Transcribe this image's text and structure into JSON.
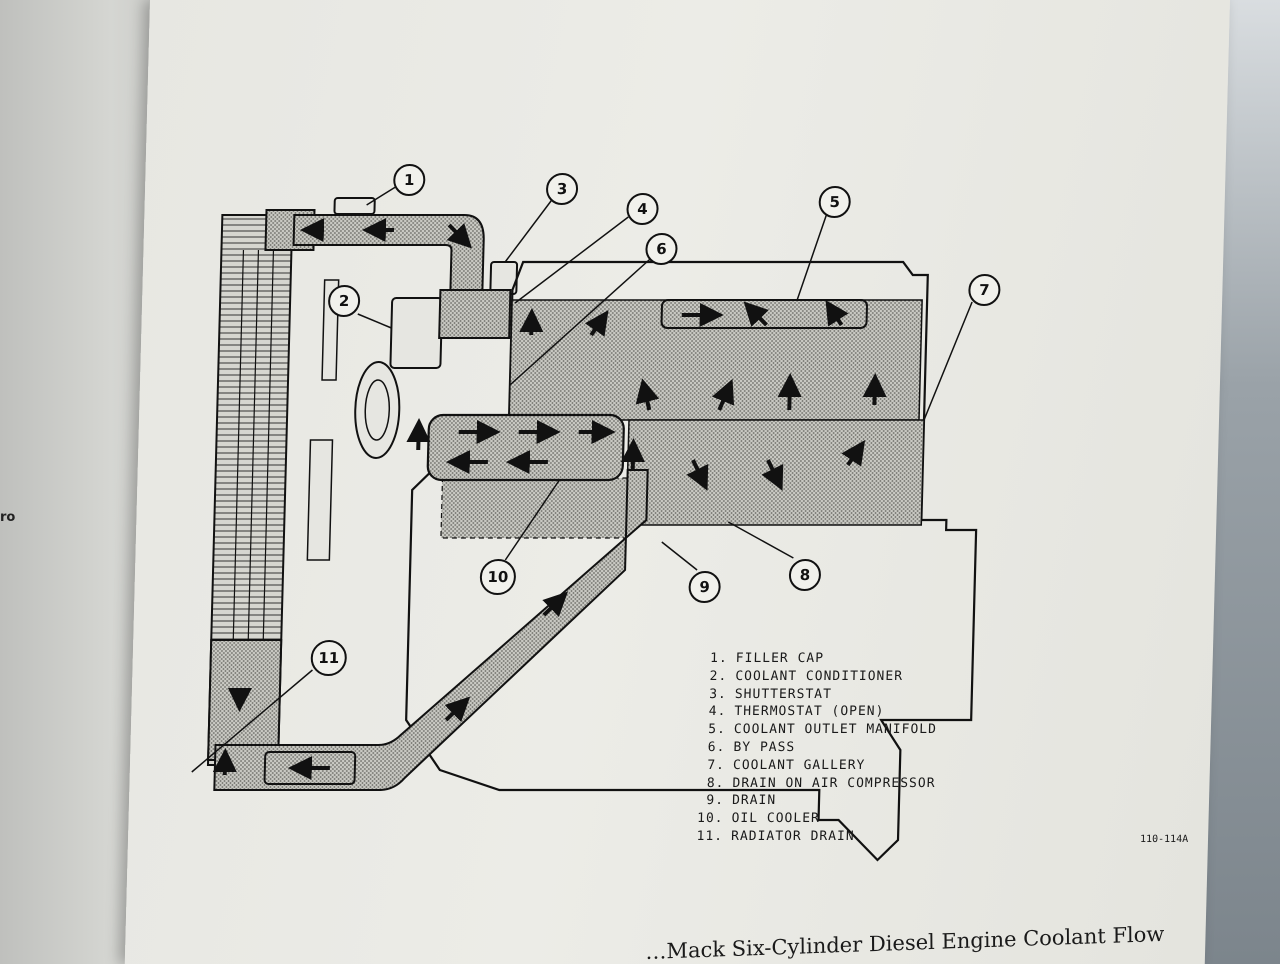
{
  "left_page": {
    "fragment": "ro"
  },
  "diagram": {
    "callouts": [
      "1",
      "2",
      "3",
      "4",
      "5",
      "6",
      "7",
      "8",
      "9",
      "10",
      "11"
    ],
    "legend": [
      {
        "num": "1.",
        "label": "FILLER CAP"
      },
      {
        "num": "2.",
        "label": "COOLANT CONDITIONER"
      },
      {
        "num": "3.",
        "label": "SHUTTERSTAT"
      },
      {
        "num": "4.",
        "label": "THERMOSTAT (OPEN)"
      },
      {
        "num": "5.",
        "label": "COOLANT OUTLET MANIFOLD"
      },
      {
        "num": "6.",
        "label": "BY PASS"
      },
      {
        "num": "7.",
        "label": "COOLANT GALLERY"
      },
      {
        "num": "8.",
        "label": "DRAIN ON AIR COMPRESSOR"
      },
      {
        "num": "9.",
        "label": "DRAIN"
      },
      {
        "num": "10.",
        "label": "OIL COOLER"
      },
      {
        "num": "11.",
        "label": "RADIATOR DRAIN"
      }
    ],
    "figure_code": "110-114A",
    "caption": "…Mack Six-Cylinder Diesel Engine Coolant Flow"
  },
  "colors": {
    "paper": "#ebebe6",
    "ink": "#111111",
    "coolant_fill": "#b9b9b4"
  }
}
